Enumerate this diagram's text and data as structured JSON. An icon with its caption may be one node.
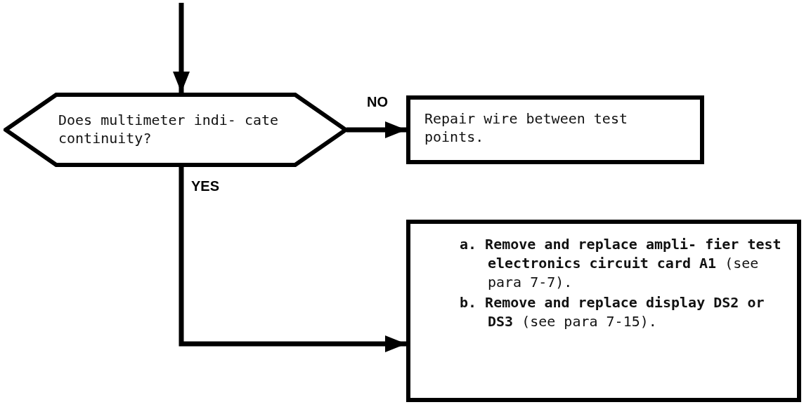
{
  "diagram": {
    "nodes": [
      {
        "text": [
          "Does multimeter indi- cate continuity?"
        ]
      },
      {
        "text": [
          "Repair wire between test points."
        ]
      },
      {
        "text": [
          "**a. Remove and replace ampli- fier test electronics circuit card A1** (see para 7-7).",
          "**b. Remove and replace display DS2 or DS3** (see para 7-15)."
        ]
      }
    ],
    "edges": [
      {
        "from": null,
        "to": 0,
        "arrow": "to"
      },
      {
        "from": 0,
        "to": 1,
        "arrow": "to",
        "label": "NO"
      },
      {
        "from": 0,
        "to": 2,
        "arrow": "to",
        "label": "YES"
      }
    ]
  }
}
